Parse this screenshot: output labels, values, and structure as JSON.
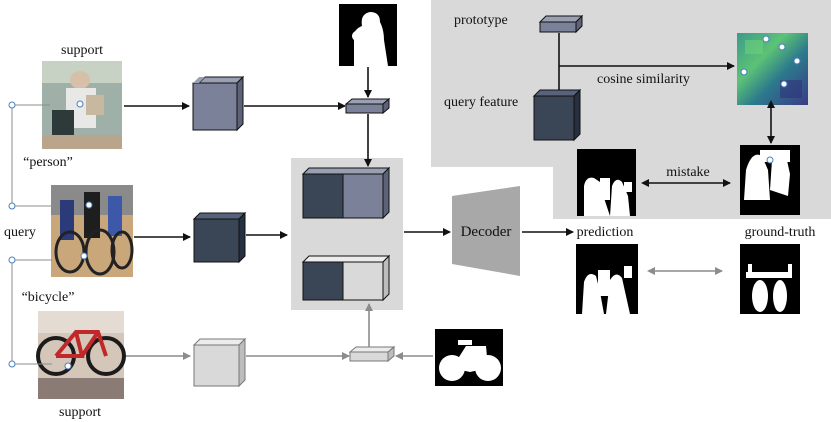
{
  "labels": {
    "support_top": "support",
    "person": "“person”",
    "query": "query",
    "bicycle": "“bicycle”",
    "support_bottom": "support",
    "decoder": "Decoder",
    "prototype": "prototype",
    "query_feature": "query feature",
    "cosine_similarity": "cosine similarity",
    "mistake": "mistake",
    "prediction": "prediction",
    "ground_truth": "ground-truth"
  },
  "colors": {
    "support_feature": "#7b8198",
    "query_feature": "#3a4556",
    "bicycle_feature": "#d9d9d9",
    "panel_gray": "#d9d9d9",
    "decoder": "#a8a8a8",
    "arrow_black": "#111111",
    "arrow_gray": "#8c8c8c"
  }
}
